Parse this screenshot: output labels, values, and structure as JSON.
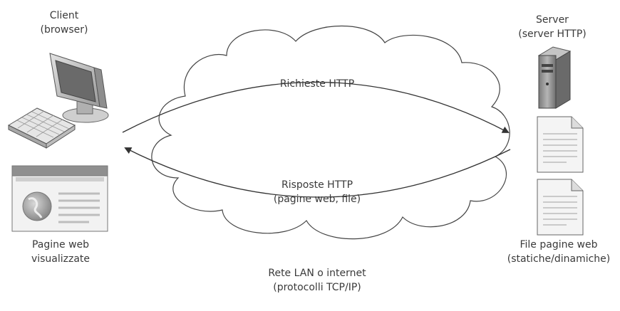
{
  "client": {
    "title": "Client",
    "subtitle": "(browser)"
  },
  "server": {
    "title": "Server",
    "subtitle": "(server HTTP)"
  },
  "requests": {
    "label": "Richieste HTTP"
  },
  "responses": {
    "line1": "Risposte HTTP",
    "line2": "(pagine web, file)"
  },
  "network": {
    "line1": "Rete LAN o internet",
    "line2": "(protocolli TCP/IP)"
  },
  "client_pages": {
    "line1": "Pagine web",
    "line2": "visualizzate"
  },
  "server_files": {
    "line1": "File pagine web",
    "line2": "(statiche/dinamiche)"
  },
  "icons": [
    "computer-icon",
    "keyboard-icon",
    "browser-window-icon",
    "server-tower-icon",
    "document-icon",
    "cloud-icon"
  ],
  "colors": {
    "stroke": "#444444",
    "device_grey": "#8a8a8a",
    "screen_dark": "#5a5a5a",
    "paper": "#f4f4f4"
  }
}
